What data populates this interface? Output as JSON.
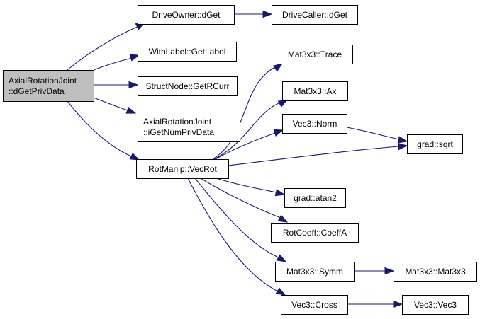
{
  "diagram": {
    "type": "call-graph",
    "colors": {
      "edge": "#191970",
      "root_fill": "#bfbfbf",
      "node_fill": "#ffffff",
      "node_border": "#000000"
    },
    "nodes": [
      {
        "id": "root",
        "lines": [
          "AxialRotationJoint",
          "::dGetPrivData"
        ],
        "root": true
      },
      {
        "id": "driveowner_dget",
        "lines": [
          "DriveOwner::dGet"
        ]
      },
      {
        "id": "drivecaller_dget",
        "lines": [
          "DriveCaller::dGet"
        ]
      },
      {
        "id": "withlabel_getlabel",
        "lines": [
          "WithLabel::GetLabel"
        ]
      },
      {
        "id": "structnode_getrcurr",
        "lines": [
          "StructNode::GetRCurr"
        ]
      },
      {
        "id": "axial_igetnumprivdata",
        "lines": [
          "AxialRotationJoint",
          "::iGetNumPrivData"
        ]
      },
      {
        "id": "rotmanip_vecrot",
        "lines": [
          "RotManip::VecRot"
        ]
      },
      {
        "id": "mat3x3_trace",
        "lines": [
          "Mat3x3::Trace"
        ]
      },
      {
        "id": "mat3x3_ax",
        "lines": [
          "Mat3x3::Ax"
        ]
      },
      {
        "id": "vec3_norm",
        "lines": [
          "Vec3::Norm"
        ]
      },
      {
        "id": "grad_sqrt",
        "lines": [
          "grad::sqrt"
        ]
      },
      {
        "id": "grad_atan2",
        "lines": [
          "grad::atan2"
        ]
      },
      {
        "id": "rotcoeff_coeffa",
        "lines": [
          "RotCoeff::CoeffA"
        ]
      },
      {
        "id": "mat3x3_symm",
        "lines": [
          "Mat3x3::Symm"
        ]
      },
      {
        "id": "mat3x3_mat3x3",
        "lines": [
          "Mat3x3::Mat3x3"
        ]
      },
      {
        "id": "vec3_cross",
        "lines": [
          "Vec3::Cross"
        ]
      },
      {
        "id": "vec3_vec3",
        "lines": [
          "Vec3::Vec3"
        ]
      }
    ],
    "edges": [
      {
        "from": "root",
        "to": "driveowner_dget"
      },
      {
        "from": "root",
        "to": "withlabel_getlabel"
      },
      {
        "from": "root",
        "to": "structnode_getrcurr"
      },
      {
        "from": "root",
        "to": "axial_igetnumprivdata"
      },
      {
        "from": "root",
        "to": "rotmanip_vecrot"
      },
      {
        "from": "driveowner_dget",
        "to": "drivecaller_dget"
      },
      {
        "from": "rotmanip_vecrot",
        "to": "mat3x3_trace"
      },
      {
        "from": "rotmanip_vecrot",
        "to": "mat3x3_ax"
      },
      {
        "from": "rotmanip_vecrot",
        "to": "vec3_norm"
      },
      {
        "from": "rotmanip_vecrot",
        "to": "grad_sqrt"
      },
      {
        "from": "rotmanip_vecrot",
        "to": "grad_atan2"
      },
      {
        "from": "rotmanip_vecrot",
        "to": "rotcoeff_coeffa"
      },
      {
        "from": "rotmanip_vecrot",
        "to": "mat3x3_symm"
      },
      {
        "from": "rotmanip_vecrot",
        "to": "vec3_cross"
      },
      {
        "from": "vec3_norm",
        "to": "grad_sqrt"
      },
      {
        "from": "mat3x3_symm",
        "to": "mat3x3_mat3x3"
      },
      {
        "from": "vec3_cross",
        "to": "vec3_vec3"
      }
    ]
  }
}
